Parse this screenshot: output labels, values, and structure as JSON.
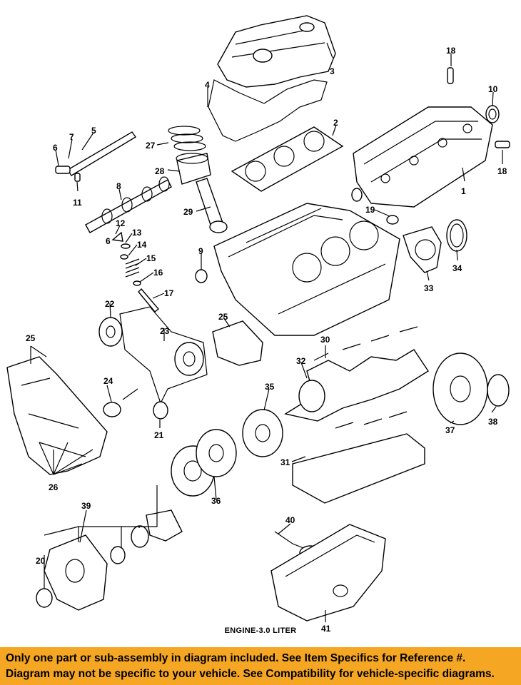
{
  "diagram": {
    "caption": "ENGINE-3.0 LITER",
    "callouts": [
      {
        "id": "c1",
        "label": "1"
      },
      {
        "id": "c2",
        "label": "2"
      },
      {
        "id": "c3",
        "label": "3"
      },
      {
        "id": "c4",
        "label": "4"
      },
      {
        "id": "c5",
        "label": "5"
      },
      {
        "id": "c6a",
        "label": "6"
      },
      {
        "id": "c6b",
        "label": "6"
      },
      {
        "id": "c7",
        "label": "7"
      },
      {
        "id": "c8",
        "label": "8"
      },
      {
        "id": "c9",
        "label": "9"
      },
      {
        "id": "c10",
        "label": "10"
      },
      {
        "id": "c11",
        "label": "11"
      },
      {
        "id": "c12",
        "label": "12"
      },
      {
        "id": "c13",
        "label": "13"
      },
      {
        "id": "c14",
        "label": "14"
      },
      {
        "id": "c15",
        "label": "15"
      },
      {
        "id": "c16",
        "label": "16"
      },
      {
        "id": "c17",
        "label": "17"
      },
      {
        "id": "c18a",
        "label": "18"
      },
      {
        "id": "c18b",
        "label": "18"
      },
      {
        "id": "c19",
        "label": "19"
      },
      {
        "id": "c20",
        "label": "20"
      },
      {
        "id": "c21",
        "label": "21"
      },
      {
        "id": "c22",
        "label": "22"
      },
      {
        "id": "c23",
        "label": "23"
      },
      {
        "id": "c24",
        "label": "24"
      },
      {
        "id": "c25a",
        "label": "25"
      },
      {
        "id": "c25b",
        "label": "25"
      },
      {
        "id": "c26",
        "label": "26"
      },
      {
        "id": "c27",
        "label": "27"
      },
      {
        "id": "c28",
        "label": "28"
      },
      {
        "id": "c29",
        "label": "29"
      },
      {
        "id": "c30",
        "label": "30"
      },
      {
        "id": "c31",
        "label": "31"
      },
      {
        "id": "c32",
        "label": "32"
      },
      {
        "id": "c33",
        "label": "33"
      },
      {
        "id": "c34",
        "label": "34"
      },
      {
        "id": "c35",
        "label": "35"
      },
      {
        "id": "c36",
        "label": "36"
      },
      {
        "id": "c37",
        "label": "37"
      },
      {
        "id": "c38",
        "label": "38"
      },
      {
        "id": "c39",
        "label": "39"
      },
      {
        "id": "c40",
        "label": "40"
      },
      {
        "id": "c41",
        "label": "41"
      }
    ]
  },
  "banner": {
    "line1": "Only one part or sub-assembly in diagram included. See Item Specifics for Reference #.",
    "line2": "Diagram may not be specific to your vehicle. See Compatibility for vehicle-specific diagrams.",
    "color": "#f5a623"
  }
}
